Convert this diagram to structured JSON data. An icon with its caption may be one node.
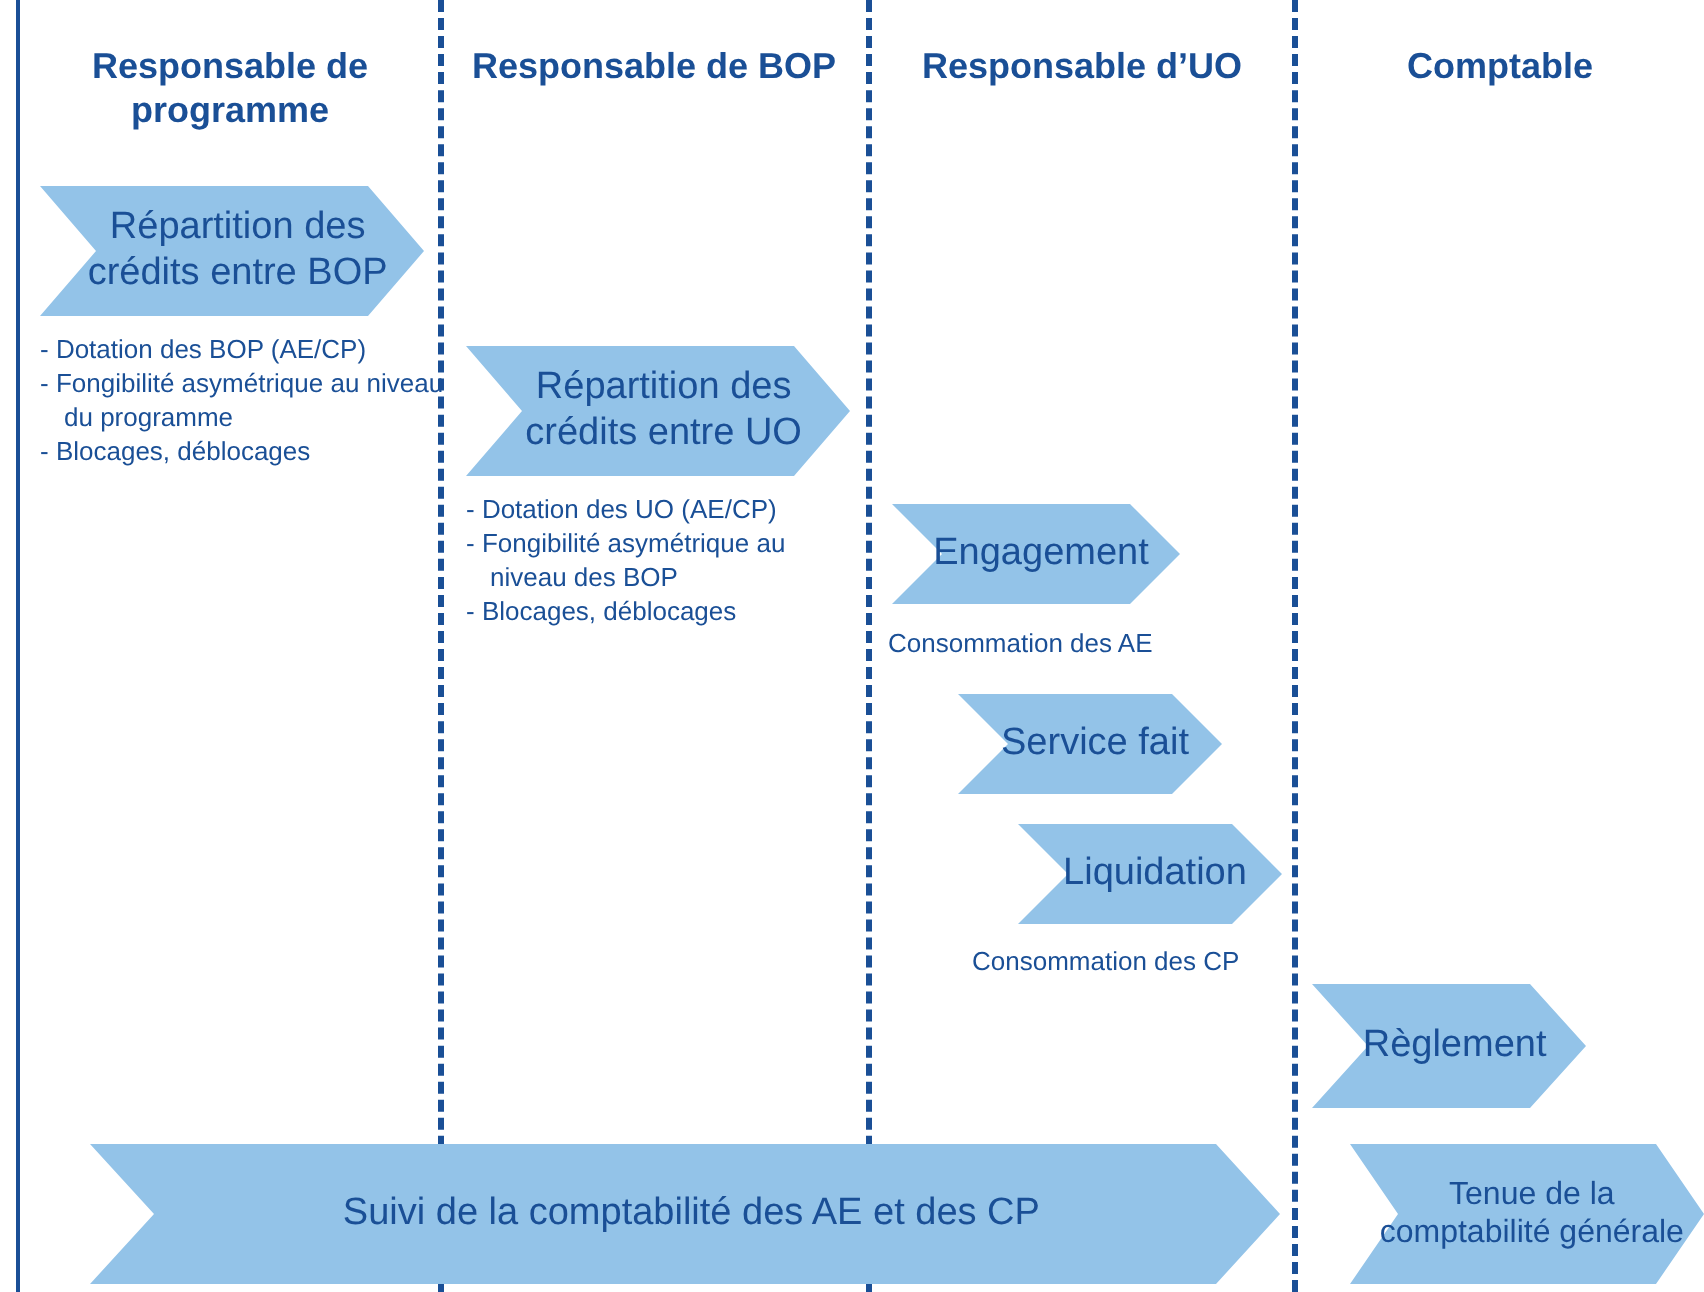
{
  "diagram": {
    "nodes": [
      {
        "text": [
          "Répartition des crédits entre BOP"
        ],
        "beside": [
          "- Dotation des BOP (AE/CP)",
          "- Fongibilité asymétrique au niveau du programme",
          "- Blocages, déblocages"
        ]
      },
      {
        "text": [
          "Répartition des crédits entre UO"
        ],
        "beside": [
          "- Dotation des UO (AE/CP)",
          "- Fongibilité asymétrique au niveau des BOP",
          "- Blocages, déblocages"
        ]
      },
      {
        "text": [
          "Engagement"
        ],
        "beside": [
          "Consommation des AE"
        ]
      },
      {
        "text": [
          "Service fait"
        ]
      },
      {
        "text": [
          "Liquidation"
        ],
        "beside": [
          "Consommation des CP"
        ]
      },
      {
        "text": [
          "Règlement"
        ]
      },
      {
        "text": [
          "Suivi de la comptabilité des AE et des CP"
        ]
      },
      {
        "text": [
          "Tenue de la comptabilité générale"
        ]
      }
    ],
    "edges": [],
    "labels": [
      "Responsable de programme",
      "Responsable de BOP",
      "Responsable d’UO",
      "Comptable"
    ]
  }
}
